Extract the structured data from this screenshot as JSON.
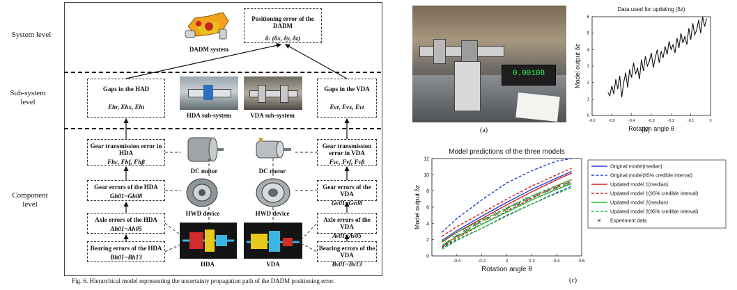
{
  "levels": {
    "system": "System level",
    "subsystem": "Sub-system level",
    "component": "Component level"
  },
  "system": {
    "box_title": "Positioning error of the DADM",
    "box_formula": "δ: (δx, δy, δz)",
    "image_label": "DADM system"
  },
  "subsystem": {
    "had_title": "Gaps in the HAD",
    "had_formula": "Ehr, Ehx, Eht",
    "vda_title": "Gaps in the VDA",
    "vda_formula": "Evr, Evx, Evt",
    "hda_label": "HDA sub-system",
    "vda_label": "VDA sub-system"
  },
  "component": {
    "gear_tx_hda": "Gear transmission error in HDA",
    "gear_tx_hda_f": "Fhc, Fhf, Fhβ",
    "gear_tx_vda": "Gear transmission error in VDA",
    "gear_tx_vda_f": "Fvc, Fvf, Fvβ",
    "gear_hda": "Gear errors of the HDA",
    "gear_hda_f": "Gh01~Gh08",
    "gear_vda": "Gear errors of the VDA",
    "gear_vda_f": "Gv01~Gv08",
    "axle_hda": "Axle errors of the HDA",
    "axle_hda_f": "Ah01~Ah05",
    "axle_vda": "Axle errors of the VDA",
    "axle_vda_f": "Av01~Av05",
    "bearing_hda": "Bearing errors of the HDA",
    "bearing_hda_f": "Bh01~Bh13",
    "bearing_vda": "Bearing errors of the VDA",
    "bearing_vda_f": "Bv01~Bv13",
    "dc1": "DC motor",
    "dc2": "DC motor",
    "hwd1": "HWD device",
    "hwd2": "HWD device",
    "hda": "HDA",
    "vda": "VDA"
  },
  "fig_caption": "Fig. 6.  Hierarchical model representing the uncertainty propagation path of the DADM positioning error.",
  "photo": {
    "label": "(a)",
    "display": "0.00108"
  },
  "chart_b": {
    "label": "(b)"
  },
  "chart_c": {
    "label": "(c)"
  },
  "chart_data": [
    {
      "type": "line",
      "title": "Data used for updating (δz)",
      "xlabel": "Rotation angle θ",
      "ylabel": "Model output δz",
      "xlim": [
        -0.6,
        0
      ],
      "ylim": [
        0,
        6
      ],
      "xticks": [
        "-0.6",
        "-0.5",
        "-0.4",
        "-0.3",
        "-0.2",
        "-0.1",
        "0"
      ],
      "yticks": [
        "0",
        "1",
        "2",
        "3",
        "4",
        "5",
        "6"
      ],
      "x": [
        -0.52,
        -0.51,
        -0.5,
        -0.49,
        -0.48,
        -0.47,
        -0.46,
        -0.45,
        -0.44,
        -0.43,
        -0.42,
        -0.41,
        -0.4,
        -0.39,
        -0.38,
        -0.37,
        -0.36,
        -0.35,
        -0.34,
        -0.33,
        -0.32,
        -0.31,
        -0.3,
        -0.29,
        -0.28,
        -0.27,
        -0.26,
        -0.25,
        -0.24,
        -0.23,
        -0.22,
        -0.21,
        -0.2,
        -0.19,
        -0.18,
        -0.17,
        -0.16,
        -0.15,
        -0.14,
        -0.13,
        -0.12,
        -0.11,
        -0.1,
        -0.09,
        -0.08,
        -0.07,
        -0.06,
        -0.05,
        -0.04,
        -0.03,
        -0.02
      ],
      "y": [
        1.4,
        1.2,
        1.8,
        1.3,
        2.2,
        1.6,
        2.4,
        1.1,
        2.0,
        2.6,
        1.7,
        2.8,
        2.3,
        3.2,
        2.5,
        2.9,
        2.2,
        3.4,
        2.7,
        3.6,
        3.0,
        3.3,
        3.8,
        2.9,
        3.5,
        4.0,
        3.2,
        3.9,
        3.5,
        4.2,
        3.7,
        4.5,
        4.0,
        4.3,
        3.8,
        4.7,
        4.1,
        5.0,
        4.4,
        4.8,
        4.3,
        5.3,
        4.6,
        5.6,
        4.9,
        5.2,
        5.8,
        5.0,
        6.0,
        5.4,
        5.9
      ]
    },
    {
      "type": "line",
      "title": "Model predictions of the three models",
      "xlabel": "Rotation angle θ",
      "ylabel": "Model output δz",
      "xlim": [
        -0.6,
        0.6
      ],
      "ylim": [
        0,
        12
      ],
      "xticks": [
        "-0.4",
        "-0.2",
        "0",
        "0.2",
        "0.4",
        "0.6"
      ],
      "yticks": [
        "0",
        "2",
        "4",
        "6",
        "8",
        "10",
        "12"
      ],
      "x": [
        -0.52,
        -0.4,
        -0.2,
        0,
        0.2,
        0.4,
        0.52
      ],
      "series": [
        {
          "name": "Original model(median)",
          "color": "#1f3fd6",
          "dash": false,
          "values": [
            1.9,
            3.1,
            4.9,
            6.6,
            8.2,
            9.6,
            10.4
          ]
        },
        {
          "name": "Original model(95% credible interval)",
          "color": "#1f3fd6",
          "dash": true,
          "values": [
            2.9,
            4.6,
            6.9,
            9.0,
            10.5,
            11.7,
            12.0
          ]
        },
        {
          "name": "",
          "color": "#1f3fd6",
          "dash": true,
          "values": [
            1.0,
            2.0,
            3.4,
            5.0,
            6.4,
            7.8,
            8.6
          ]
        },
        {
          "name": "Updated model 1(median)",
          "color": "#d61f1f",
          "dash": false,
          "values": [
            1.7,
            2.9,
            4.6,
            6.3,
            7.9,
            9.4,
            10.2
          ]
        },
        {
          "name": "Updated model 1(95% credible interval)",
          "color": "#d61f1f",
          "dash": true,
          "values": [
            2.4,
            3.6,
            5.3,
            7.0,
            8.6,
            10.0,
            10.8
          ]
        },
        {
          "name": "",
          "color": "#d61f1f",
          "dash": true,
          "values": [
            1.1,
            2.2,
            3.9,
            5.5,
            7.1,
            8.6,
            9.4
          ]
        },
        {
          "name": "Updated model 2(median)",
          "color": "#1fbf1f",
          "dash": false,
          "values": [
            1.3,
            2.4,
            3.9,
            5.4,
            6.9,
            8.2,
            8.9
          ]
        },
        {
          "name": "Updated model 2(95% credible interval)",
          "color": "#1fbf1f",
          "dash": true,
          "values": [
            1.8,
            2.9,
            4.4,
            5.9,
            7.4,
            8.7,
            9.4
          ]
        },
        {
          "name": "",
          "color": "#1fbf1f",
          "dash": true,
          "values": [
            0.8,
            1.9,
            3.4,
            4.9,
            6.4,
            7.7,
            8.4
          ]
        }
      ],
      "experiment_label": "Experiment data",
      "experiment_x": [
        -0.5,
        -0.46,
        -0.42,
        -0.38,
        -0.34,
        -0.3,
        -0.26,
        -0.22,
        -0.18,
        -0.14,
        -0.1,
        -0.06,
        -0.02,
        0.02,
        0.06,
        0.1,
        0.14,
        0.18,
        0.22,
        0.26,
        0.3,
        0.34,
        0.38,
        0.42,
        0.46,
        0.5,
        -0.48,
        -0.4,
        -0.32,
        -0.24,
        -0.16,
        -0.08,
        0.0,
        0.08,
        0.16,
        0.24,
        0.32,
        0.4,
        0.48
      ],
      "experiment_y": [
        1.3,
        1.8,
        2.3,
        2.6,
        3.1,
        3.4,
        3.8,
        4.1,
        4.5,
        4.7,
        5.1,
        5.4,
        5.6,
        6.0,
        6.3,
        6.5,
        6.9,
        7.1,
        7.4,
        7.6,
        7.9,
        8.1,
        8.3,
        8.6,
        8.8,
        9.0,
        1.6,
        2.5,
        3.2,
        3.9,
        4.6,
        5.2,
        5.8,
        6.4,
        7.0,
        7.5,
        8.0,
        8.4,
        8.9
      ]
    }
  ]
}
